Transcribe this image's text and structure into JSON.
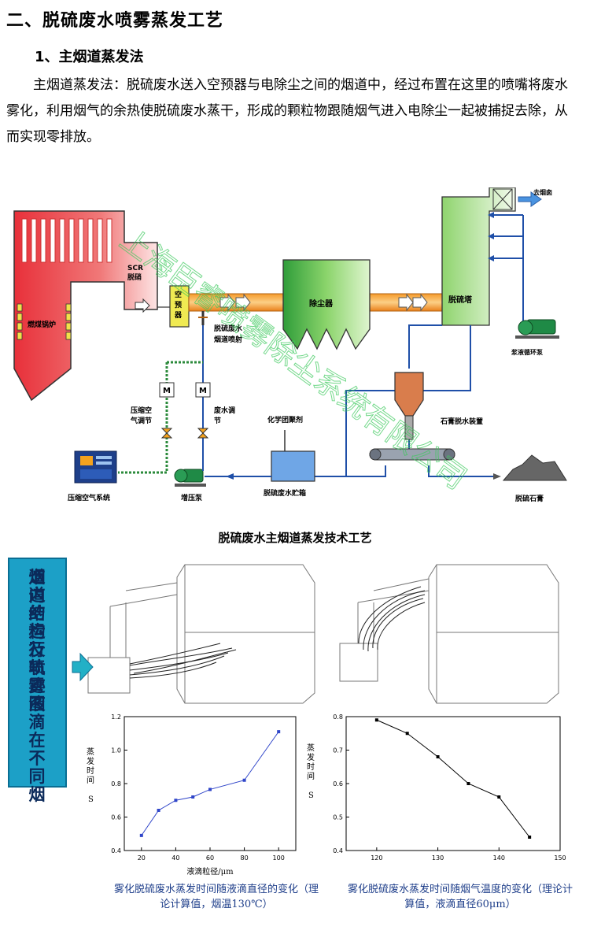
{
  "heading": "二、脱硫废水喷雾蒸发工艺",
  "subheading": "1、主烟道蒸发法",
  "paragraph": "主烟道蒸发法：脱硫废水送入空预器与电除尘之间的烟道中，经过布置在这里的喷嘴将废水雾化，利用烟气的余热使脱硫废水蒸干，形成的颗粒物跟随烟气进入电除尘一起被捕捉去除，从而实现零排放。",
  "diagram": {
    "boiler": "燃煤锅炉",
    "scr": "SCR\n脱硝",
    "air_preheater": "空\n预\n器",
    "esp": "除尘器",
    "tower": "脱硫塔",
    "chimney": "去烟囱",
    "spray": "脱硫废水\n烟道喷射",
    "slurry_pump": "浆液循环泵",
    "gypsum_device": "石膏脱水装置",
    "chem_dose": "化学团聚剂",
    "wastewater_tank": "脱硫废水贮箱",
    "air_reg": "压缩空\n气调节",
    "water_reg": "废水调\n节",
    "m": "M",
    "booster_pump": "增压泵",
    "air_system": "压缩空气系统",
    "gypsum": "脱硫石膏"
  },
  "diagram_caption": "脱硫废水主烟道蒸发技术工艺",
  "side_label": "烟道内的运行轨迹图",
  "side_label_cols": [
    "道内的运行轨迹图",
    "烟道结构及喷雾液滴在不同烟"
  ],
  "watermark": "上海臣睿喷雾除尘系统有限公司",
  "chart_data": [
    {
      "type": "line",
      "x": [
        20,
        30,
        40,
        50,
        60,
        80,
        100
      ],
      "values": [
        0.49,
        0.64,
        0.7,
        0.72,
        0.765,
        0.82,
        1.11
      ],
      "xlim": [
        10,
        110
      ],
      "ylim": [
        0.4,
        1.2
      ],
      "xticks": [
        20,
        40,
        60,
        80,
        100
      ],
      "yticks": [
        0.4,
        0.6,
        0.8,
        1.0,
        1.2
      ],
      "xlabel": "液滴粒径/μm",
      "ylabel": "蒸发时间",
      "yunit": "S",
      "color": "#2f45c9",
      "caption": "雾化脱硫废水蒸发时间随液滴直径的变化（理论计算值，烟温130℃）"
    },
    {
      "type": "line",
      "x": [
        120,
        125,
        130,
        135,
        140,
        145
      ],
      "values": [
        0.79,
        0.75,
        0.68,
        0.6,
        0.56,
        0.44
      ],
      "xlim": [
        115,
        150
      ],
      "ylim": [
        0.4,
        0.8
      ],
      "xticks": [
        120,
        130,
        140,
        150
      ],
      "yticks": [
        0.4,
        0.5,
        0.6,
        0.7,
        0.8
      ],
      "xlabel": "",
      "ylabel": "蒸发时间",
      "yunit": "S",
      "color": "#000000",
      "caption": "雾化脱硫废水蒸发时间随烟气温度的变化（理论计算值，液滴直径60μm）"
    }
  ]
}
